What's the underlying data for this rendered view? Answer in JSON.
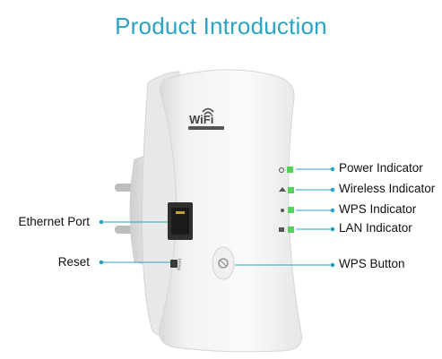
{
  "title": "Product Introduction",
  "device": {
    "logo_text": "WiFi"
  },
  "callouts": {
    "power_indicator": "Power Indicator",
    "wireless_indicator": "Wireless Indicator",
    "wps_indicator": "WPS Indicator",
    "lan_indicator": "LAN Indicator",
    "wps_button": "WPS Button",
    "ethernet_port": "Ethernet Port",
    "reset": "Reset"
  },
  "colors": {
    "title": "#2aa3c4",
    "leader_line": "#2aa3c4",
    "led_green": "#52d35a",
    "device_body": "#f4f4f4"
  }
}
